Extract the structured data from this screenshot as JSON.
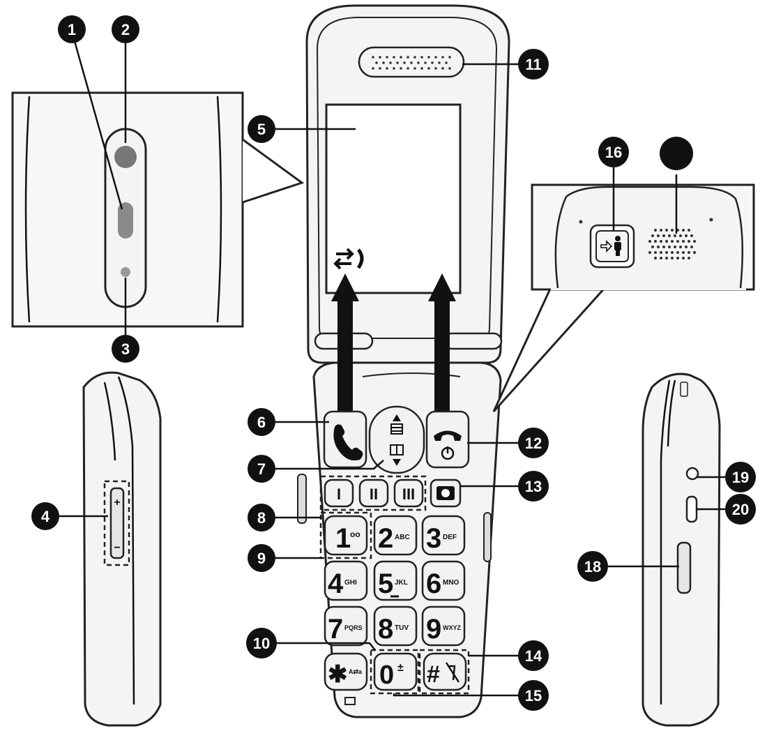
{
  "callouts": {
    "c1": "1",
    "c2": "2",
    "c3": "3",
    "c4": "4",
    "c5": "5",
    "c6": "6",
    "c7": "7",
    "c8": "8",
    "c9": "9",
    "c10": "10",
    "c11": "11",
    "c12": "12",
    "c13": "13",
    "c14": "14",
    "c15": "15",
    "c16": "16",
    "c17": "",
    "c18": "18",
    "c19": "19",
    "c20": "20"
  },
  "keypad": {
    "one_key": {
      "digit": "1",
      "sub": "oo"
    },
    "two_key": {
      "digit": "2",
      "sub": "ABC"
    },
    "three_key": {
      "digit": "3",
      "sub": "DEF"
    },
    "four_key": {
      "digit": "4",
      "sub": "GHI"
    },
    "five_key": {
      "digit": "5",
      "sub": "JKL"
    },
    "six_key": {
      "digit": "6",
      "sub": "MNO"
    },
    "seven_key": {
      "digit": "7",
      "sub": "PQRS"
    },
    "eight_key": {
      "digit": "8",
      "sub": "TUV"
    },
    "nine_key": {
      "digit": "9",
      "sub": "WXYZ"
    },
    "star_key": {
      "digit": "✱",
      "sub": "A⇄a"
    },
    "zero_key": {
      "digit": "0",
      "sub": "±"
    },
    "hash_key": {
      "digit": "#",
      "sub": ""
    },
    "speed_dial": [
      "I",
      "II",
      "III"
    ]
  },
  "side_labels": {
    "volume_plus": "+",
    "volume_minus": "−"
  },
  "icons": [
    "talk-icon",
    "hang-up-power-icon",
    "camera-icon",
    "menu-icon",
    "phonebook-icon",
    "transfer-icon",
    "sos-person-icon",
    "silent-icon"
  ],
  "colors": {
    "callout_fill": "#111111",
    "outline": "#222222",
    "body_fill": "#f4f4f4"
  }
}
